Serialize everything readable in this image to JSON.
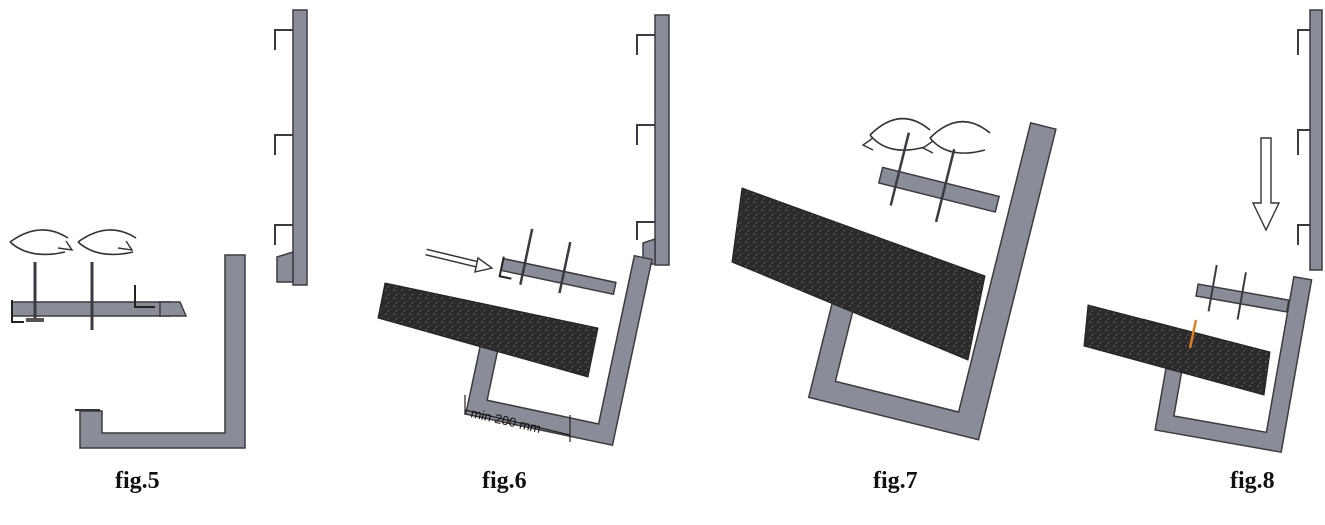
{
  "figures": [
    {
      "caption": "fig.5"
    },
    {
      "caption": "fig.6",
      "dimension_label": "min 200 mm"
    },
    {
      "caption": "fig.7"
    },
    {
      "caption": "fig.8"
    }
  ],
  "colors": {
    "steel": "#8a8d98",
    "steel_edge": "#3a3b42",
    "insulation": "#2b2b2e",
    "accent": "#e0801e"
  }
}
